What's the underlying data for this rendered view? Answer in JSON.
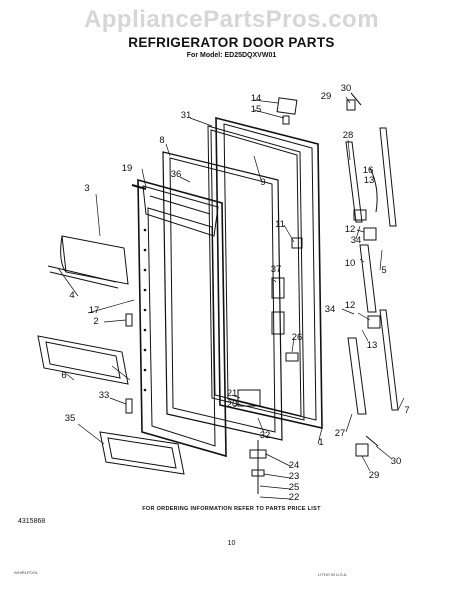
{
  "watermark": "AppliancePartsPros.com",
  "title": "REFRIGERATOR DOOR PARTS",
  "model_line": "For Model: ED25DQXVW01",
  "footer_note": "FOR ORDERING INFORMATION REFER TO PARTS PRICE LIST",
  "part_code": "4315868",
  "page_number": "10",
  "fine_print_left": "WHIRLPOOL",
  "fine_print_right": "LITHO IN U.S.A.",
  "callouts": [
    {
      "id": "c1",
      "text": "1"
    },
    {
      "id": "c2",
      "text": "2"
    },
    {
      "id": "c3",
      "text": "3"
    },
    {
      "id": "c4",
      "text": "4"
    },
    {
      "id": "c5",
      "text": "5"
    },
    {
      "id": "c6",
      "text": "6"
    },
    {
      "id": "c7",
      "text": "7"
    },
    {
      "id": "c8",
      "text": "8"
    },
    {
      "id": "c9",
      "text": "9"
    },
    {
      "id": "c10",
      "text": "10"
    },
    {
      "id": "c11",
      "text": "11"
    },
    {
      "id": "c12a",
      "text": "12"
    },
    {
      "id": "c12b",
      "text": "12"
    },
    {
      "id": "c13a",
      "text": "13"
    },
    {
      "id": "c13b",
      "text": "13"
    },
    {
      "id": "c14",
      "text": "14"
    },
    {
      "id": "c15",
      "text": "15"
    },
    {
      "id": "c16",
      "text": "16"
    },
    {
      "id": "c17",
      "text": "17"
    },
    {
      "id": "c19",
      "text": "19"
    },
    {
      "id": "c20",
      "text": "20"
    },
    {
      "id": "c21",
      "text": "21"
    },
    {
      "id": "c22",
      "text": "22"
    },
    {
      "id": "c23",
      "text": "23"
    },
    {
      "id": "c24",
      "text": "24"
    },
    {
      "id": "c25",
      "text": "25"
    },
    {
      "id": "c26",
      "text": "26"
    },
    {
      "id": "c27",
      "text": "27"
    },
    {
      "id": "c28",
      "text": "28"
    },
    {
      "id": "c29a",
      "text": "29"
    },
    {
      "id": "c29b",
      "text": "29"
    },
    {
      "id": "c30a",
      "text": "30"
    },
    {
      "id": "c30b",
      "text": "30"
    },
    {
      "id": "c31",
      "text": "31"
    },
    {
      "id": "c32",
      "text": "32"
    },
    {
      "id": "c33",
      "text": "33"
    },
    {
      "id": "c34a",
      "text": "34"
    },
    {
      "id": "c34b",
      "text": "34"
    },
    {
      "id": "c35",
      "text": "35"
    },
    {
      "id": "c36",
      "text": "36"
    },
    {
      "id": "c37",
      "text": "37"
    }
  ]
}
